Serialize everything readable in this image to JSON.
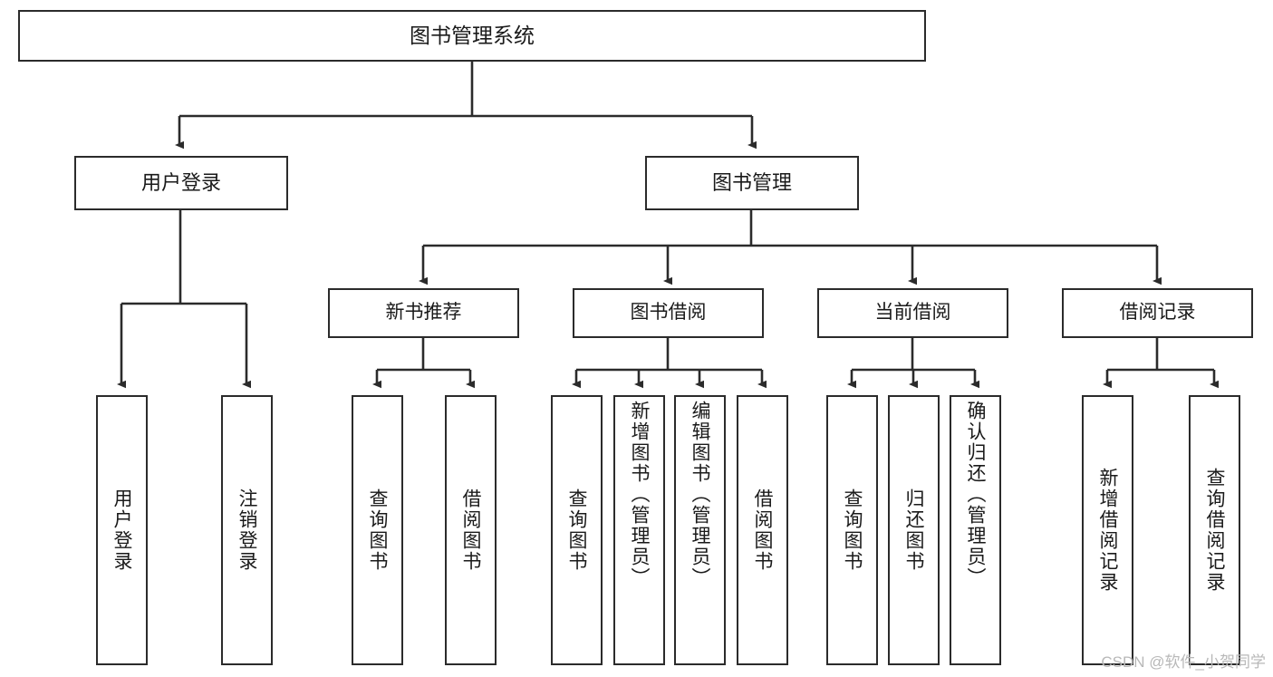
{
  "diagram": {
    "title": "图书管理系统",
    "type": "tree-hierarchy",
    "theme": {
      "background": "#ffffff",
      "box_border": "#2b2b2b",
      "box_fill": "#ffffff",
      "connector": "#2b2b2b",
      "text": "#1a1a1a",
      "watermark_text": "#b8b8b8"
    },
    "root": {
      "label": "图书管理系统"
    },
    "level1": [
      {
        "label": "用户登录"
      },
      {
        "label": "图书管理"
      }
    ],
    "level2": [
      {
        "label": "新书推荐"
      },
      {
        "label": "图书借阅"
      },
      {
        "label": "当前借阅"
      },
      {
        "label": "借阅记录"
      }
    ],
    "leaves": {
      "user_login": [
        {
          "label": "用户登录"
        },
        {
          "label": "注销登录"
        }
      ],
      "new_book_recommend": [
        {
          "label": "查询图书"
        },
        {
          "label": "借阅图书"
        }
      ],
      "book_borrow": [
        {
          "label": "查询图书"
        },
        {
          "label": "新增图书（管理员）"
        },
        {
          "label": "编辑图书（管理员）"
        },
        {
          "label": "借阅图书"
        }
      ],
      "current_borrow": [
        {
          "label": "查询图书"
        },
        {
          "label": "归还图书"
        },
        {
          "label": "确认归还（管理员）"
        }
      ],
      "borrow_record": [
        {
          "label": "新增借阅记录"
        },
        {
          "label": "查询借阅记录"
        }
      ]
    },
    "watermark": "CSDN @软件_小贺同学"
  }
}
